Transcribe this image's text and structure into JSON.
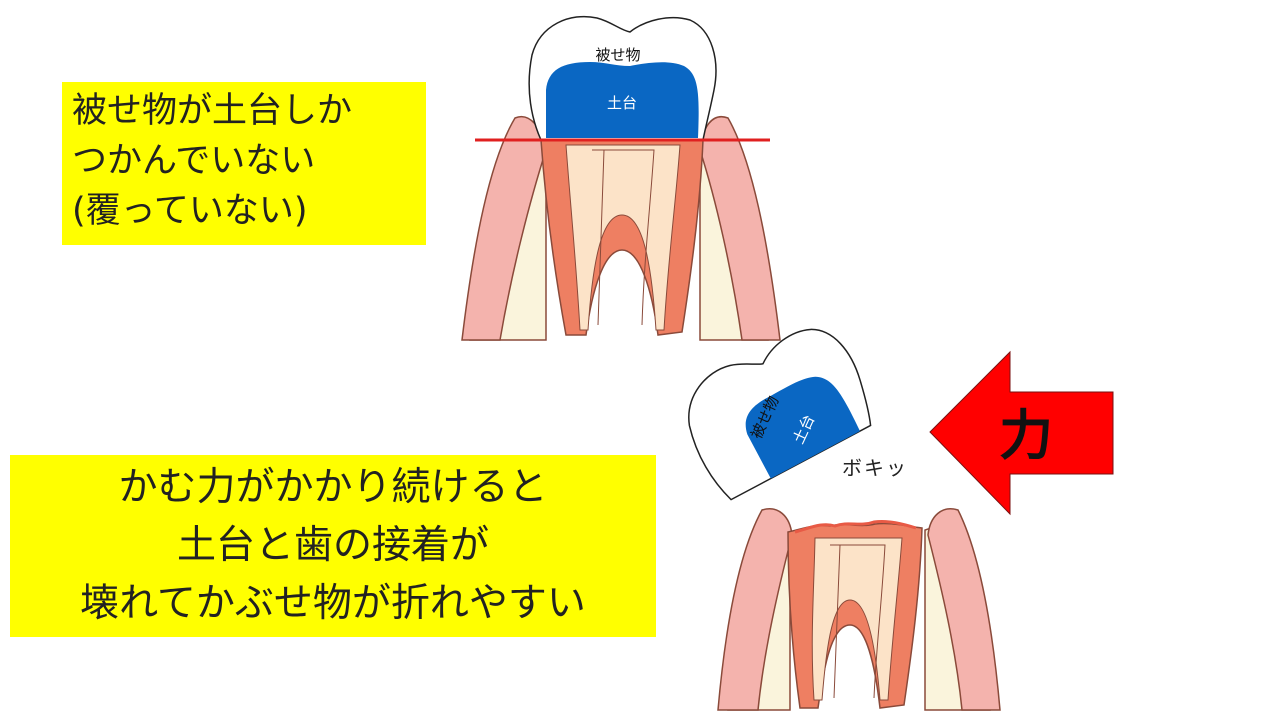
{
  "top_note": {
    "lines": [
      "被せ物が土台しか",
      "つかんでいない",
      "(覆っていない)"
    ]
  },
  "bottom_note": {
    "lines": [
      "かむ力がかかり続けると",
      "土台と歯の接着が",
      "壊れてかぶせ物が折れやすい"
    ]
  },
  "top_diagram": {
    "crown_label": "被せ物",
    "core_label": "土台"
  },
  "bottom_diagram": {
    "crown_label": "被せ物",
    "core_label": "土台",
    "sound_label": "ボキッ",
    "force_label": "力"
  },
  "colors": {
    "note_background": "#ffff00",
    "core": "#0a67c3",
    "margin_line": "#e02020",
    "arrow": "#ff0000",
    "gum": "#f4b3ad",
    "bone": "#faf4dc",
    "dentin": "#ee7f62",
    "pulp": "#fce3c8",
    "outline": "#8a4a3a"
  }
}
